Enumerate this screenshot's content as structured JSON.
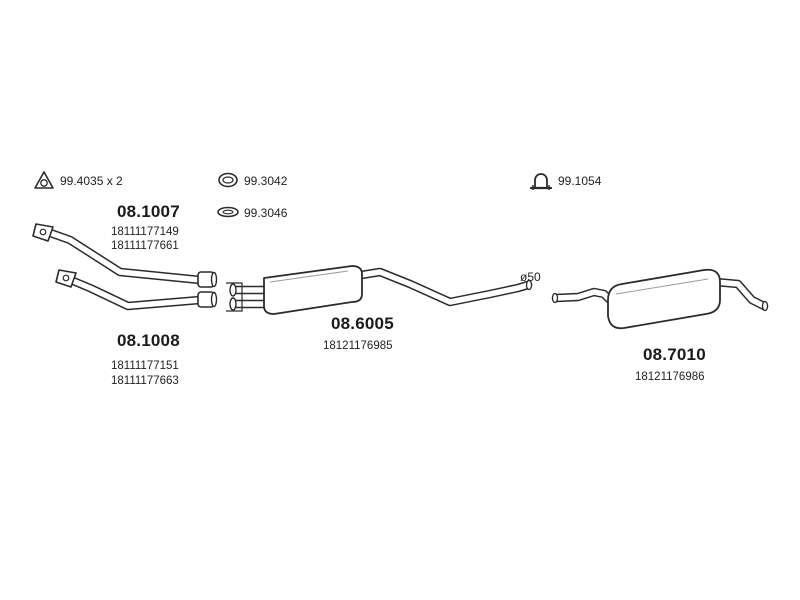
{
  "accessories": [
    {
      "code": "99.4035 x 2",
      "icon": "triangle-flange-gasket-icon"
    },
    {
      "code": "99.3042",
      "icon": "pipe-clamp-icon"
    },
    {
      "code": "99.3046",
      "icon": "sealing-ring-icon"
    },
    {
      "code": "99.1054",
      "icon": "u-bolt-clamp-icon"
    }
  ],
  "parts": [
    {
      "part_no": "08.1007",
      "oem": [
        "18111177149",
        "18111177661"
      ]
    },
    {
      "part_no": "08.1008",
      "oem": [
        "18111177151",
        "18111177663"
      ]
    },
    {
      "part_no": "08.6005",
      "oem": [
        "18121176985"
      ]
    },
    {
      "part_no": "08.7010",
      "oem": [
        "18121176986"
      ]
    }
  ],
  "diameter_label": "ø50",
  "colors": {
    "line": "#2b2b2b",
    "fill": "#ffffff",
    "text": "#1a1a1a"
  }
}
